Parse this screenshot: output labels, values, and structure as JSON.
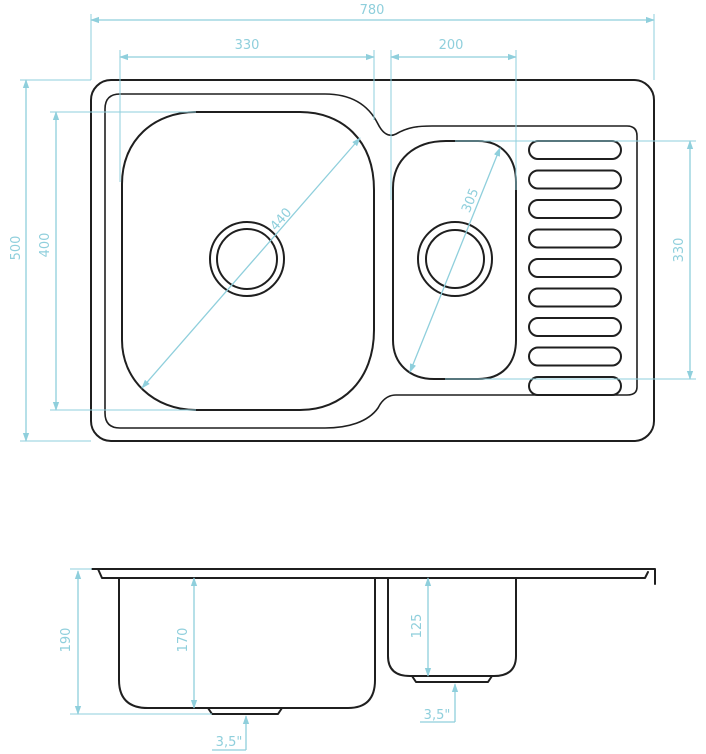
{
  "colors": {
    "outline": "#1f1f1f",
    "dimension": "#8fcfdc",
    "background": "#ffffff"
  },
  "top_view": {
    "overall_width": "780",
    "large_bowl_width": "330",
    "small_bowl_width": "200",
    "overall_depth": "500",
    "large_bowl_depth": "400",
    "drainer_length": "330",
    "large_bowl_diagonal": "440",
    "small_bowl_diagonal": "305",
    "drainer_groove_count": 9
  },
  "side_view": {
    "overall_height": "190",
    "large_bowl_depth": "170",
    "small_bowl_depth": "125",
    "drain_size_large": "3,5\"",
    "drain_size_small": "3,5\""
  }
}
